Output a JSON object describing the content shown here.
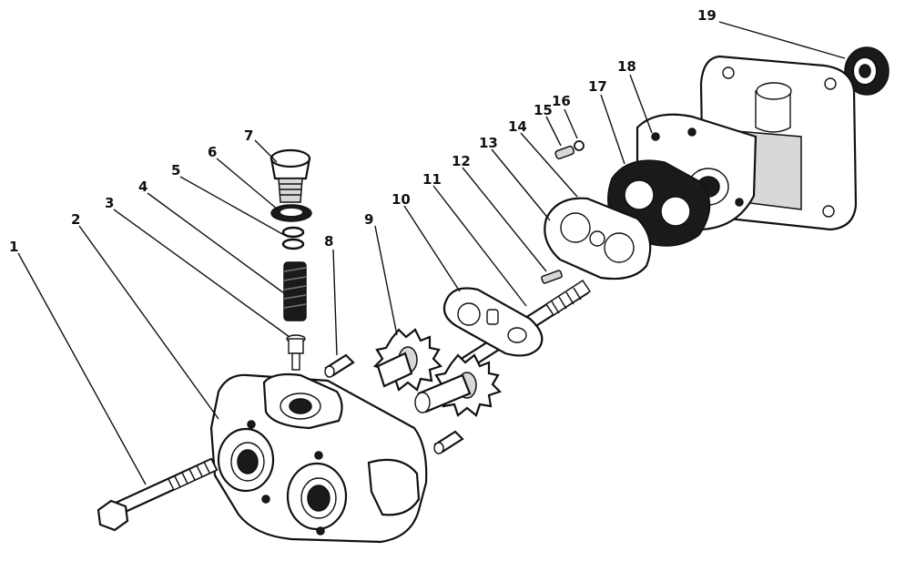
{
  "callouts": [
    {
      "id": "1",
      "text": "1"
    },
    {
      "id": "2",
      "text": "2"
    },
    {
      "id": "3",
      "text": "3"
    },
    {
      "id": "4",
      "text": "4"
    },
    {
      "id": "5",
      "text": "5"
    },
    {
      "id": "6",
      "text": "6"
    },
    {
      "id": "7",
      "text": "7"
    },
    {
      "id": "8",
      "text": "8"
    },
    {
      "id": "9",
      "text": "9"
    },
    {
      "id": "10",
      "text": "10"
    },
    {
      "id": "11",
      "text": "11"
    },
    {
      "id": "12",
      "text": "12"
    },
    {
      "id": "13",
      "text": "13"
    },
    {
      "id": "14",
      "text": "14"
    },
    {
      "id": "15",
      "text": "15"
    },
    {
      "id": "16",
      "text": "16"
    },
    {
      "id": "17",
      "text": "17"
    },
    {
      "id": "18",
      "text": "18"
    },
    {
      "id": "19",
      "text": "19"
    }
  ],
  "colors": {
    "ink": "#111111",
    "background": "#ffffff"
  }
}
